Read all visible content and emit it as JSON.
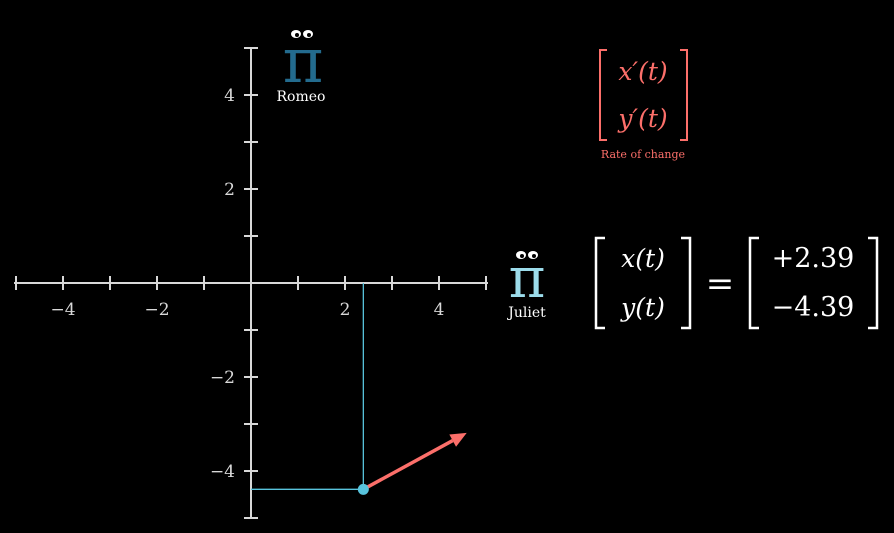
{
  "chart_data": {
    "type": "scatter",
    "xlim": [
      -5,
      5
    ],
    "ylim": [
      -5,
      5
    ],
    "xticks": [
      "−4",
      "−2",
      "2",
      "4"
    ],
    "yticks": [
      "4",
      "2",
      "−2",
      "−4"
    ],
    "point": {
      "x": 2.39,
      "y": -4.39
    },
    "velocity": {
      "dx": 2.2,
      "dy": 1.2
    },
    "grid": false
  },
  "characters": {
    "romeo": {
      "label": "Romeo",
      "glyph": "π",
      "color": "#236b8e"
    },
    "juliet": {
      "label": "Juliet",
      "glyph": "π",
      "color": "#9cdceb"
    }
  },
  "rate_of_change": {
    "top": "x′(t)",
    "bottom": "y′(t)",
    "caption": "Rate of change",
    "color": "#fc6f6a"
  },
  "state_vector": {
    "top": "x(t)",
    "bottom": "y(t)",
    "equals": "=",
    "values": [
      "+2.39",
      "−4.39"
    ]
  },
  "colors": {
    "axes": "#d8d8d8",
    "point": "#58c4dd",
    "arrow": "#fc6f6a"
  }
}
